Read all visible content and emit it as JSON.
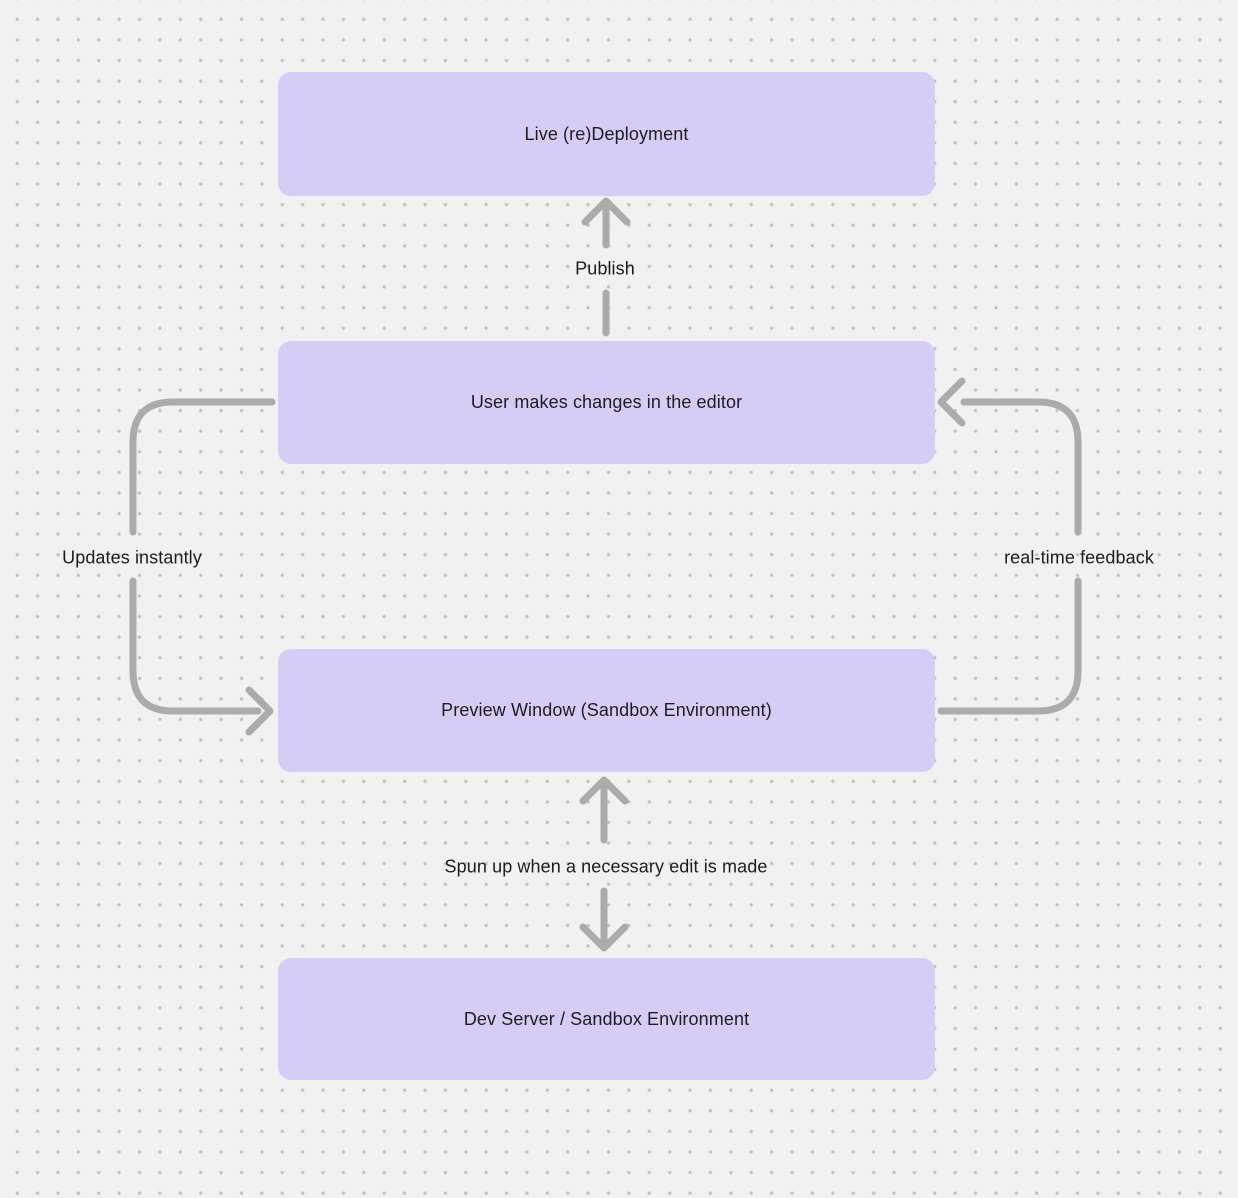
{
  "diagram": {
    "nodes": [
      {
        "id": "live-deployment",
        "label": "Live (re)Deployment"
      },
      {
        "id": "user-editor",
        "label": "User makes changes in the editor"
      },
      {
        "id": "preview-window",
        "label": "Preview Window (Sandbox Environment)"
      },
      {
        "id": "dev-server",
        "label": "Dev Server / Sandbox Environment"
      }
    ],
    "edges": [
      {
        "id": "publish",
        "from": "user-editor",
        "to": "live-deployment",
        "label": "Publish",
        "direction": "up"
      },
      {
        "id": "updates-instantly",
        "from": "user-editor",
        "to": "preview-window",
        "label": "Updates instantly",
        "direction": "left-loop-down"
      },
      {
        "id": "real-time-feedback",
        "from": "preview-window",
        "to": "user-editor",
        "label": "real-time feedback",
        "direction": "right-loop-up"
      },
      {
        "id": "spun-up",
        "from": "dev-server",
        "to": "preview-window",
        "label": "Spun up when a necessary edit is made",
        "direction": "bidirectional-vertical"
      }
    ],
    "colors": {
      "background": "#F2F1F1",
      "dot": "#BDBDBD",
      "node_fill": "#D7CCF6",
      "arrow": "#ABABAB",
      "text": "#1D1D1F"
    }
  }
}
